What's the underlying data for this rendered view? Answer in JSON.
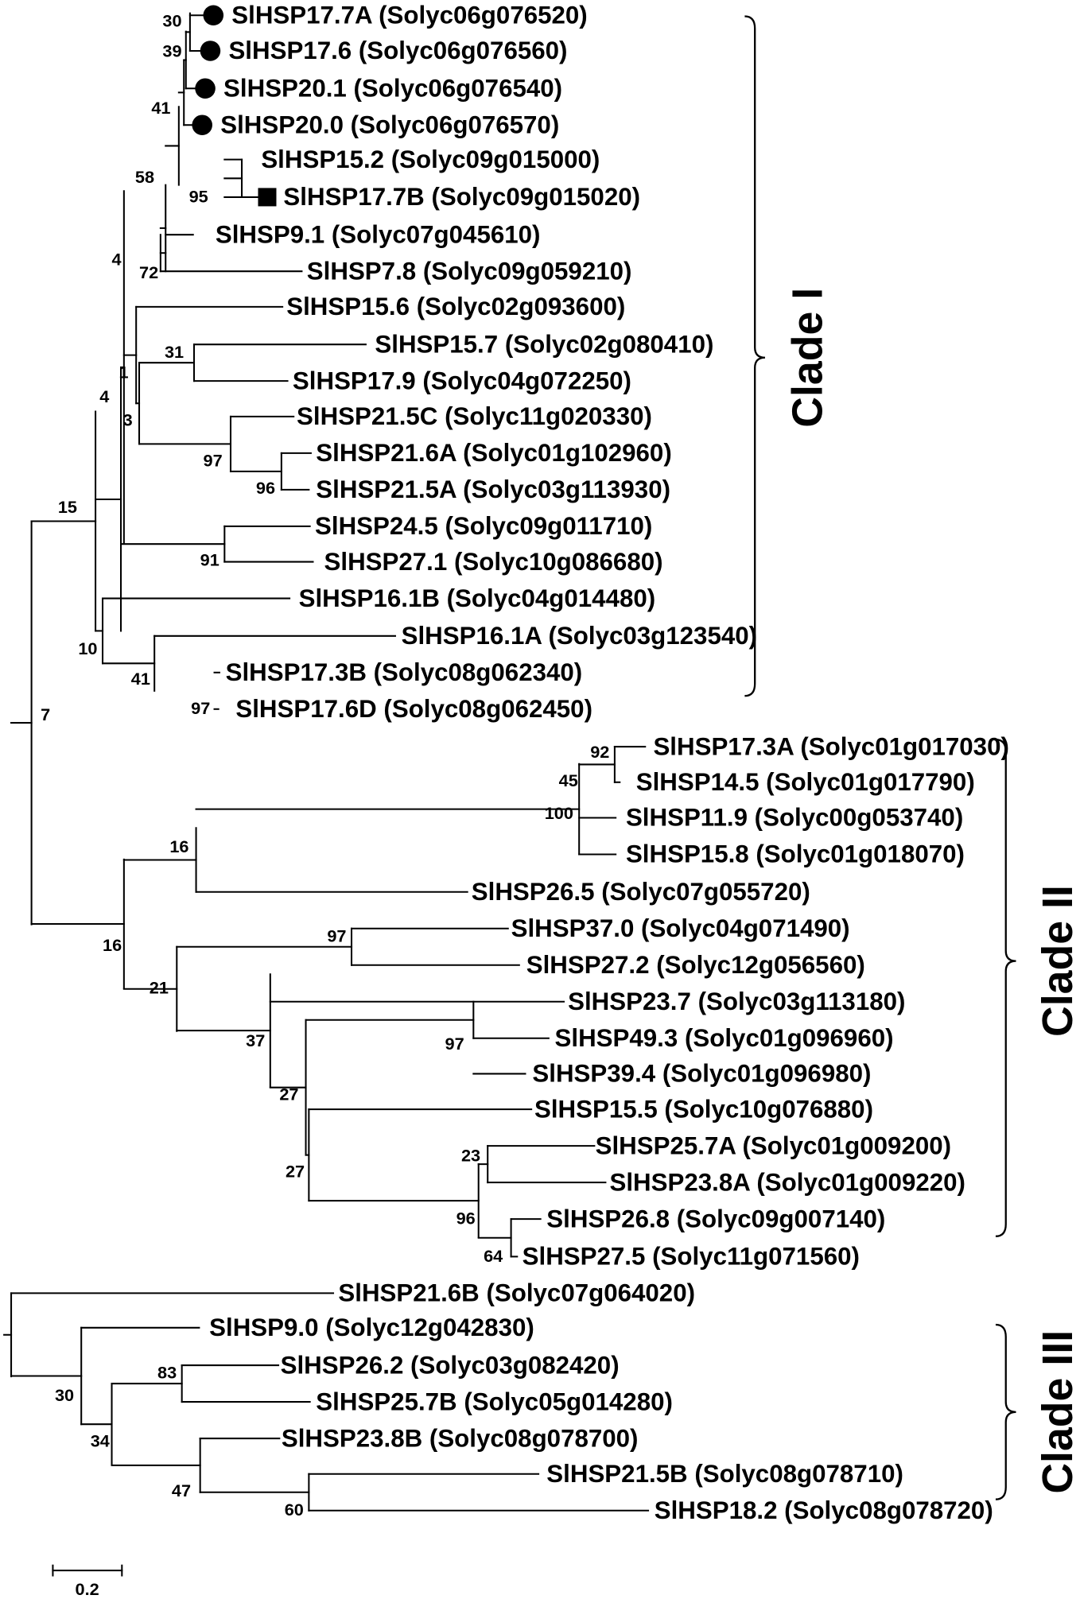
{
  "leaves": [
    {
      "name": "SlHSP17.7A",
      "id": "Solyc06g076520",
      "marker": "circle"
    },
    {
      "name": "SlHSP17.6",
      "id": "Solyc06g076560",
      "marker": "circle"
    },
    {
      "name": "SlHSP20.1",
      "id": "Solyc06g076540",
      "marker": "circle"
    },
    {
      "name": "SlHSP20.0",
      "id": "Solyc06g076570",
      "marker": "circle"
    },
    {
      "name": "SlHSP15.2",
      "id": "Solyc09g015000",
      "marker": ""
    },
    {
      "name": "SlHSP17.7B",
      "id": "Solyc09g015020",
      "marker": "square"
    },
    {
      "name": "SlHSP9.1",
      "id": "Solyc07g045610",
      "marker": ""
    },
    {
      "name": "SlHSP7.8",
      "id": "Solyc09g059210",
      "marker": ""
    },
    {
      "name": "SlHSP15.6",
      "id": "Solyc02g093600",
      "marker": ""
    },
    {
      "name": "SlHSP15.7",
      "id": "Solyc02g080410",
      "marker": ""
    },
    {
      "name": "SlHSP17.9",
      "id": "Solyc04g072250",
      "marker": ""
    },
    {
      "name": "SlHSP21.5C",
      "id": "Solyc11g020330",
      "marker": ""
    },
    {
      "name": "SlHSP21.6A",
      "id": "Solyc01g102960",
      "marker": ""
    },
    {
      "name": "SlHSP21.5A",
      "id": "Solyc03g113930",
      "marker": ""
    },
    {
      "name": "SlHSP24.5",
      "id": "Solyc09g011710",
      "marker": ""
    },
    {
      "name": "SlHSP27.1",
      "id": "Solyc10g086680",
      "marker": ""
    },
    {
      "name": "SlHSP16.1B",
      "id": "Solyc04g014480",
      "marker": ""
    },
    {
      "name": "SlHSP16.1A",
      "id": "Solyc03g123540",
      "marker": ""
    },
    {
      "name": "SlHSP17.3B",
      "id": "Solyc08g062340",
      "marker": ""
    },
    {
      "name": "SlHSP17.6D",
      "id": "Solyc08g062450",
      "marker": ""
    },
    {
      "name": "SlHSP17.3A",
      "id": "Solyc01g017030",
      "marker": ""
    },
    {
      "name": "SlHSP14.5",
      "id": "Solyc01g017790",
      "marker": ""
    },
    {
      "name": "SlHSP11.9",
      "id": "Solyc00g053740",
      "marker": ""
    },
    {
      "name": "SlHSP15.8",
      "id": "Solyc01g018070",
      "marker": ""
    },
    {
      "name": "SlHSP26.5",
      "id": "Solyc07g055720",
      "marker": ""
    },
    {
      "name": "SlHSP37.0",
      "id": "Solyc04g071490",
      "marker": ""
    },
    {
      "name": "SlHSP27.2",
      "id": "Solyc12g056560",
      "marker": ""
    },
    {
      "name": "SlHSP23.7",
      "id": "Solyc03g113180",
      "marker": ""
    },
    {
      "name": "SlHSP49.3",
      "id": "Solyc01g096960",
      "marker": ""
    },
    {
      "name": "SlHSP39.4",
      "id": "Solyc01g096980",
      "marker": ""
    },
    {
      "name": "SlHSP15.5",
      "id": "Solyc10g076880",
      "marker": ""
    },
    {
      "name": "SlHSP25.7A",
      "id": "Solyc01g009200",
      "marker": ""
    },
    {
      "name": "SlHSP23.8A",
      "id": "Solyc01g009220",
      "marker": ""
    },
    {
      "name": "SlHSP26.8",
      "id": "Solyc09g007140",
      "marker": ""
    },
    {
      "name": "SlHSP27.5",
      "id": "Solyc11g071560",
      "marker": ""
    },
    {
      "name": "SlHSP21.6B",
      "id": "Solyc07g064020",
      "marker": ""
    },
    {
      "name": "SlHSP9.0",
      "id": "Solyc12g042830",
      "marker": ""
    },
    {
      "name": "SlHSP26.2",
      "id": "Solyc03g082420",
      "marker": ""
    },
    {
      "name": "SlHSP25.7B",
      "id": "Solyc05g014280",
      "marker": ""
    },
    {
      "name": "SlHSP23.8B",
      "id": "Solyc08g078700",
      "marker": ""
    },
    {
      "name": "SlHSP21.5B",
      "id": "Solyc08g078710",
      "marker": ""
    },
    {
      "name": "SlHSP18.2",
      "id": "Solyc08g078720",
      "marker": ""
    }
  ],
  "bootstrap": [
    "30",
    "39",
    "41",
    "58",
    "95",
    "72",
    "4",
    "31",
    "1",
    "3",
    "97",
    "96",
    "4",
    "91",
    "15",
    "10",
    "41",
    "97",
    "7",
    "92",
    "45",
    "100",
    "16",
    "16",
    "97",
    "21",
    "37",
    "97",
    "27",
    "27",
    "23",
    "96",
    "64",
    "30",
    "83",
    "34",
    "47",
    "60"
  ],
  "clades": [
    {
      "label": "Clade I"
    },
    {
      "label": "Clade II"
    },
    {
      "label": "Clade III"
    }
  ],
  "scale_bar": {
    "label": "0.2"
  }
}
